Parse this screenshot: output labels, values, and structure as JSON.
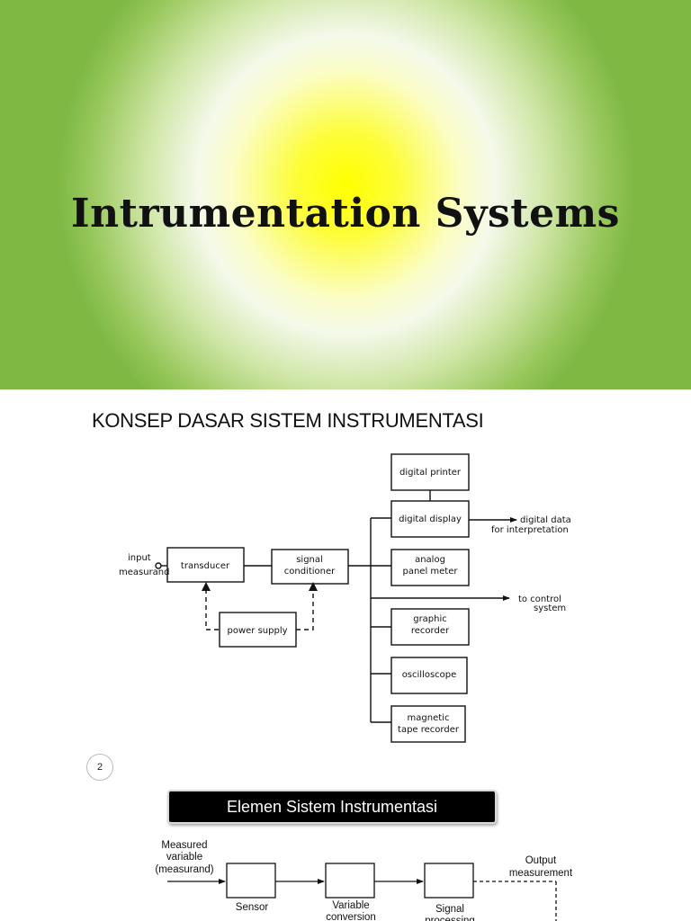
{
  "slide1": {
    "title": "Intrumentation Systems"
  },
  "slide2": {
    "heading": "KONSEP DASAR SISTEM INSTRUMENTASI",
    "diagram": {
      "input_label_1": "input",
      "input_label_2": "measurand",
      "transducer": "transducer",
      "signal_conditioner_1": "signal",
      "signal_conditioner_2": "conditioner",
      "power_supply": "power supply",
      "digital_printer": "digital printer",
      "digital_display": "digital display",
      "digital_data_1": "digital data",
      "digital_data_2": "for interpretation",
      "analog_meter_1": "analog",
      "analog_meter_2": "panel meter",
      "control_1": "to control",
      "control_2": "system",
      "graphic_recorder_1": "graphic",
      "graphic_recorder_2": "recorder",
      "oscilloscope": "oscilloscope",
      "tape_recorder_1": "magnetic",
      "tape_recorder_2": "tape recorder"
    },
    "page_number": "2"
  },
  "slide3": {
    "banner": "Elemen Sistem Instrumentasi",
    "diagram": {
      "measured_1": "Measured",
      "measured_2": "variable",
      "measured_3": "(measurand)",
      "sensor": "Sensor",
      "variable_conversion_1": "Variable",
      "variable_conversion_2": "conversion",
      "signal_processing_1": "Signal",
      "signal_processing_2": "processing",
      "output_1": "Output",
      "output_2": "measurement"
    }
  }
}
